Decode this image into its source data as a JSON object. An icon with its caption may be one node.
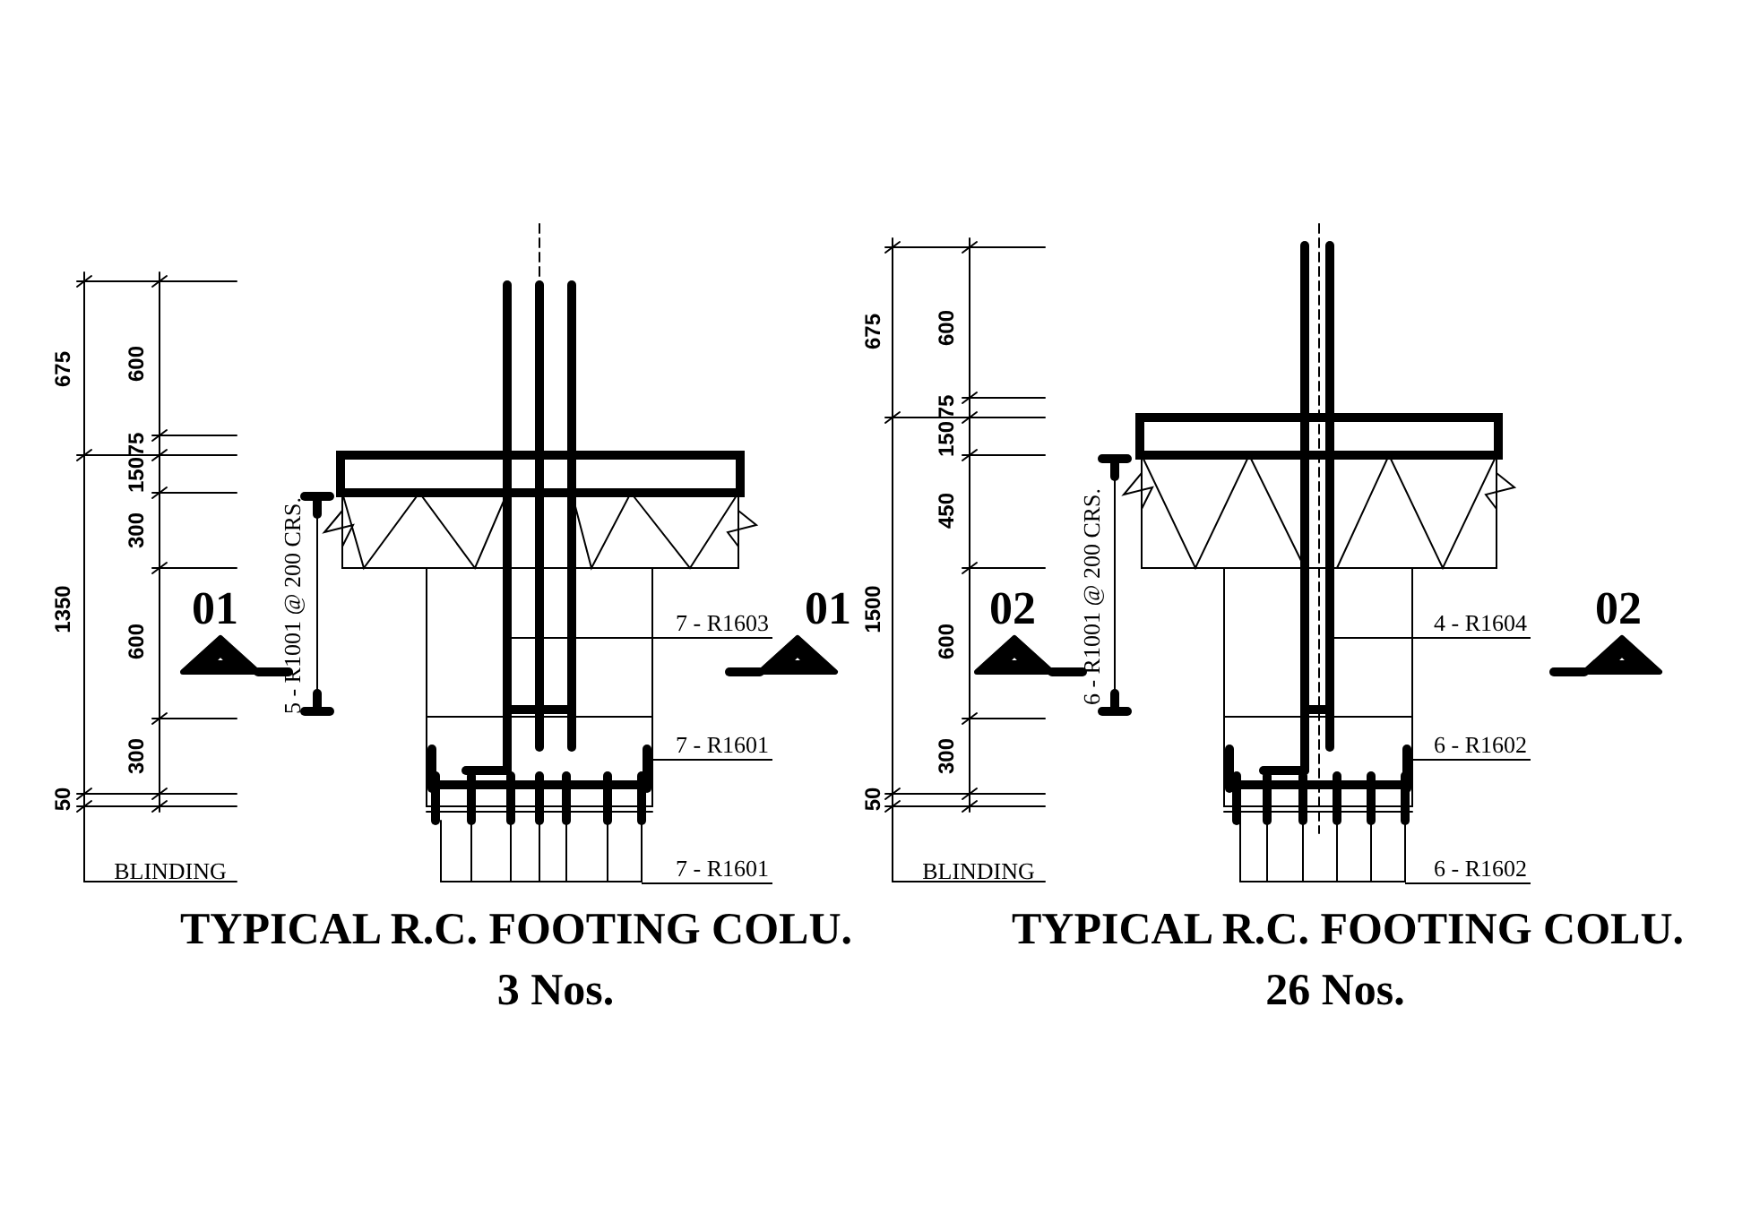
{
  "diagram": {
    "nodes": [
      {
        "text": [
          "7 - R1603"
        ]
      },
      {
        "text": [
          "7 - R1601"
        ]
      },
      {
        "text": [
          "7 - R1601"
        ]
      },
      {
        "text": [
          "4 - R1604"
        ]
      },
      {
        "text": [
          "6 - R1602"
        ]
      },
      {
        "text": [
          "6 - R1602"
        ]
      },
      {
        "text": [],
        "shape": "picture"
      },
      {
        "text": [],
        "shape": "picture"
      }
    ],
    "edges": [
      {
        "from": 0,
        "to": null,
        "arrow": "none"
      },
      {
        "from": 1,
        "to": null,
        "arrow": "none"
      },
      {
        "from": 2,
        "to": 6,
        "arrow": "none"
      },
      {
        "from": 3,
        "to": null,
        "arrow": "none"
      },
      {
        "from": 4,
        "to": null,
        "arrow": "none"
      },
      {
        "from": 5,
        "to": 7,
        "arrow": "none"
      }
    ],
    "labels": [
      "675",
      "600",
      "75",
      "150",
      "300",
      "1350",
      "600",
      "300",
      "50",
      "BLINDING",
      "5 - R1001 @ 200 CRS.",
      "01",
      "01",
      "675",
      "600",
      "75",
      "150",
      "1500",
      "450",
      "600",
      "300",
      "50",
      "BLINDING",
      "6 - R1001 @ 200 CRS.",
      "02",
      "02",
      "TYPICAL R.C. FOOTING COLU.",
      "3 Nos.",
      "TYPICAL R.C. FOOTING COLU.",
      "26 Nos."
    ]
  }
}
